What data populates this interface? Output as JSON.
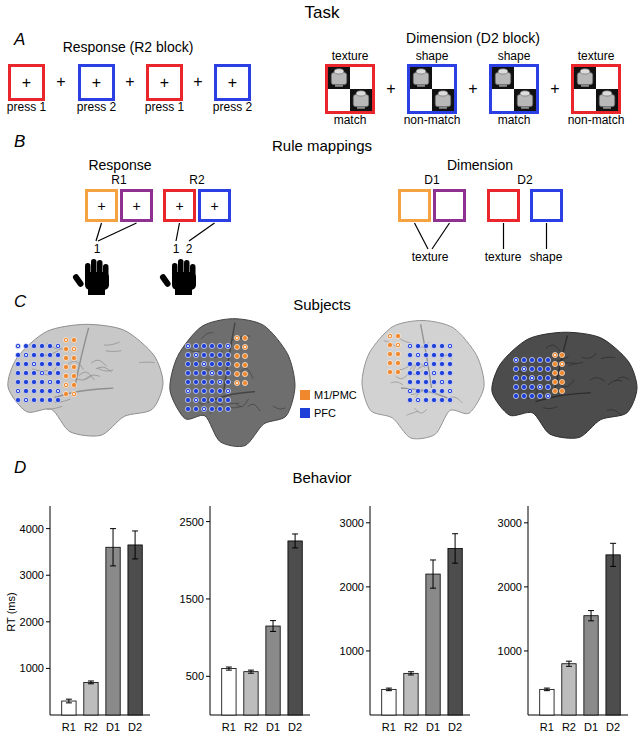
{
  "diagram": {
    "title": "Task",
    "nodes": [
      {
        "text": [
          "+",
          "press 1"
        ]
      },
      {
        "text": [
          "+",
          "press 2"
        ]
      },
      {
        "text": [
          "+",
          "press 1"
        ]
      },
      {
        "text": [
          "+",
          "press 2"
        ]
      },
      {
        "text": [
          "texture",
          "match"
        ]
      },
      {
        "text": [
          "shape",
          "non-match"
        ]
      },
      {
        "text": [
          "shape",
          "match"
        ]
      },
      {
        "text": [
          "texture",
          "non-match"
        ]
      },
      {
        "text": [
          "+"
        ]
      },
      {
        "text": [
          "+"
        ]
      },
      {
        "text": [
          "+"
        ]
      },
      {
        "text": [
          "+"
        ]
      }
    ],
    "labels": [
      "A",
      "Response (R2 block)",
      "+",
      "+",
      "+",
      "Dimension (D2 block)",
      "+",
      "+",
      "+",
      "B",
      "Rule mappings",
      "Response",
      "R1",
      "R2",
      "1",
      "1",
      "2",
      "Dimension",
      "D1",
      "D2",
      "texture",
      "texture",
      "shape",
      "C",
      "Subjects",
      "D",
      "Behavior",
      "RT (ms)",
      "1000",
      "2000",
      "3000",
      "4000",
      "R1",
      "R2",
      "D1",
      "D2",
      "500",
      "1500",
      "2500",
      "R1",
      "R2",
      "D1",
      "D2",
      "1000",
      "2000",
      "3000",
      "R1",
      "R2",
      "D1",
      "D2",
      "1000",
      "2000",
      "3000",
      "R1",
      "R2",
      "D1",
      "D2"
    ],
    "legend": [
      {
        "text": "M1/PMC",
        "color": "#f0892e"
      },
      {
        "text": "PFC",
        "color": "#1f3fd9"
      }
    ]
  }
}
